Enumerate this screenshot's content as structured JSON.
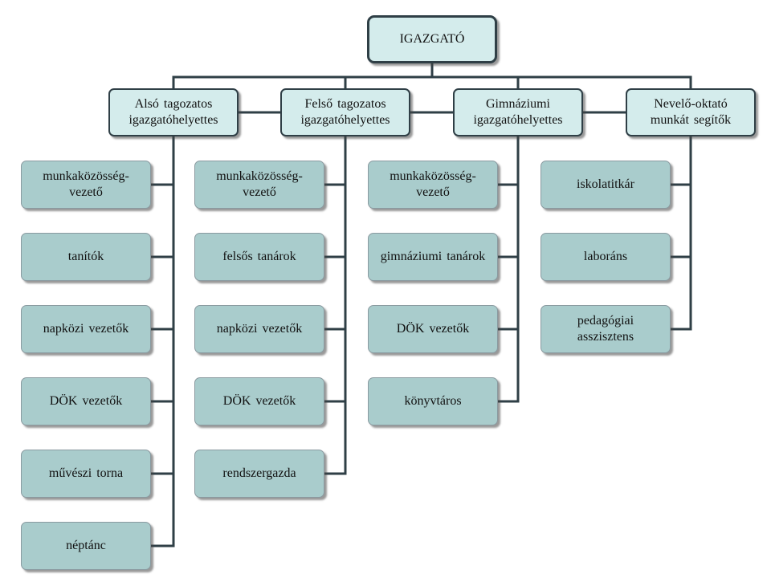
{
  "root": {
    "label": "IGAZGATÓ"
  },
  "columns": [
    {
      "head": "Alsó tagozatos\nigazgatóhelyettes",
      "items": [
        "munkaközösség-\nvezető",
        "tanítók",
        "napközi vezetők",
        "DÖK vezetők",
        "művészi torna",
        "néptánc"
      ]
    },
    {
      "head": "Felső tagozatos\nigazgatóhelyettes",
      "items": [
        "munkaközösség-\nvezető",
        "felsős tanárok",
        "napközi vezetők",
        "DÖK vezetők",
        "rendszergazda"
      ]
    },
    {
      "head": "Gimnáziumi\nigazgatóhelyettes",
      "items": [
        "munkaközösség-\nvezető",
        "gimnáziumi  tanárok",
        "DÖK vezetők",
        "könyvtáros"
      ]
    },
    {
      "head": "Nevelő-oktató\nmunkát segítők",
      "items": [
        "iskolatitkár",
        "laboráns",
        "pedagógiai\nasszisztens"
      ]
    }
  ],
  "colors": {
    "box_fill": "#a9cccc",
    "head_fill": "#d4ecec",
    "line": "#2f3f46"
  }
}
